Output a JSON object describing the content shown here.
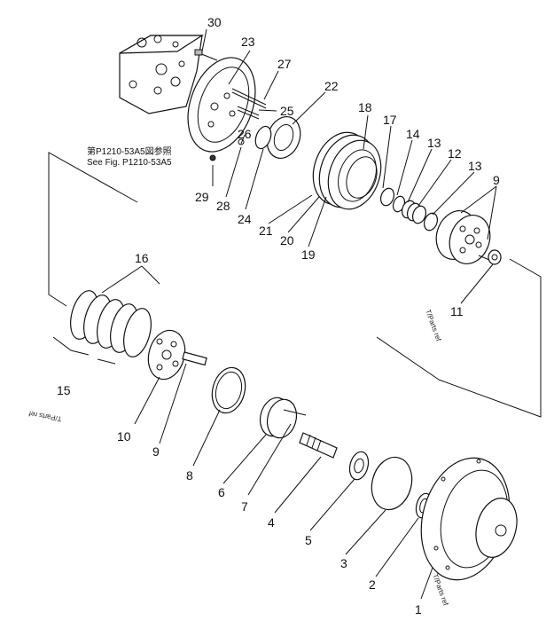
{
  "figure": {
    "reference_jp": "第P1210-53A5図参照",
    "reference_en": "See Fig. P1210-53A5",
    "parts_marker_label": "T/Parts ref",
    "part_numbers": [
      "30",
      "23",
      "27",
      "22",
      "25",
      "26",
      "18",
      "17",
      "14",
      "13",
      "12",
      "13",
      "9",
      "29",
      "28",
      "24",
      "21",
      "20",
      "19",
      "11",
      "16",
      "15",
      "10",
      "9",
      "8",
      "6",
      "7",
      "4",
      "5",
      "3",
      "2",
      "1"
    ]
  }
}
